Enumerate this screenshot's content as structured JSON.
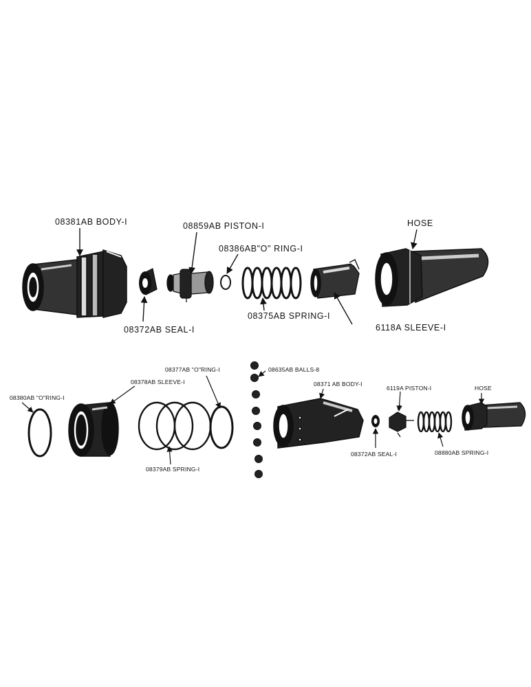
{
  "labels": {
    "top_body": "08381AB BODY-I",
    "top_piston": "08859AB PISTON-I",
    "top_oring": "08386AB\"O\" RING-I",
    "top_hose": "HOSE",
    "top_seal": "08372AB SEAL-I",
    "top_spring": "08375AB SPRING-I",
    "top_sleeve": "6118A SLEEVE-I",
    "bot_oring_small": "08377AB \"O\"RING-I",
    "bot_balls": "08635AB BALLS-8",
    "bot_sleeve": "08378AB SLEEVE-I",
    "bot_body": "08371 AB BODY-I",
    "bot_piston": "6119A PISTON-I",
    "bot_hose": "HOSE",
    "bot_oring_left": "08380AB \"O\"RING-I",
    "bot_spring_mid": "08379AB SPRING-I",
    "bot_seal": "08372AB SEAL-I",
    "bot_spring_right": "08880AB SPRING-I"
  },
  "colors": {
    "ink": "#111111",
    "paper": "#ffffff"
  }
}
